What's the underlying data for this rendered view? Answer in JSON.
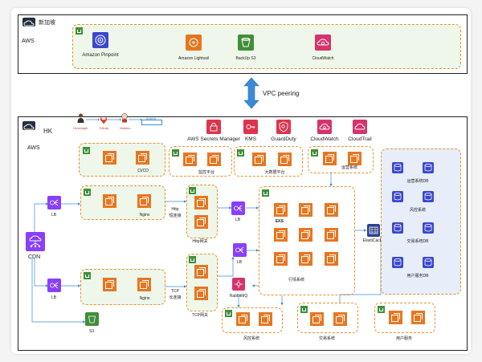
{
  "top_region": {
    "title": "新加坡",
    "aws": "AWS"
  },
  "top_services": [
    {
      "name": "Amazon Pinpoint",
      "icon": "pinpoint-icon",
      "color": "#3b48cc"
    },
    {
      "name": "Amazon Lightsail",
      "icon": "lightsail-icon",
      "color": "#e8761f"
    },
    {
      "name": "BackUp S3",
      "icon": "s3-icon",
      "color": "#3f8f3a"
    },
    {
      "name": "CloudWatch",
      "icon": "cloudwatch-icon",
      "color": "#d6336c"
    }
  ],
  "peering": "VPC peering",
  "bottom_region": {
    "title": "HK",
    "aws": "AWS"
  },
  "pipeline": [
    "Developer",
    "GitLab",
    "Jenkins",
    "Ansible"
  ],
  "managed_services": [
    {
      "name": "AWS Secrets Manager",
      "icon": "secrets-manager-icon",
      "color": "#dd344c"
    },
    {
      "name": "KMS",
      "icon": "kms-icon",
      "color": "#dd344c"
    },
    {
      "name": "GuardDuty",
      "icon": "guardduty-icon",
      "color": "#dd344c"
    },
    {
      "name": "CloudWatch",
      "icon": "cloudwatch-icon",
      "color": "#d6336c"
    },
    {
      "name": "CloudTrail",
      "icon": "cloudtrail-icon",
      "color": "#d6336c"
    }
  ],
  "groups": {
    "cicd": "CI/CD",
    "monitor": "监控平台",
    "bigdata": "大数据平台",
    "ops": "运营系统",
    "http_gw_top": "Http",
    "http_gw_bottom": "短连接",
    "http_gw": "Http网关",
    "tcp_gw_top": "TCP",
    "tcp_gw_bottom": "长连接",
    "tcp_gw": "TCP网关",
    "eks": "EKS",
    "quote": "行情系统",
    "risk": "风控系统",
    "trade": "交易系统",
    "user": "用户服务"
  },
  "nodes": {
    "cdn": "CDN",
    "lb": "LB",
    "nginx": "Nginx",
    "s3": "S3",
    "rabbitmq": "RabbitMQ",
    "elasticache": "ElastiCache"
  },
  "databases": [
    "运营系统DB",
    "风控系统",
    "交易系统DB",
    "用户服务DB"
  ]
}
